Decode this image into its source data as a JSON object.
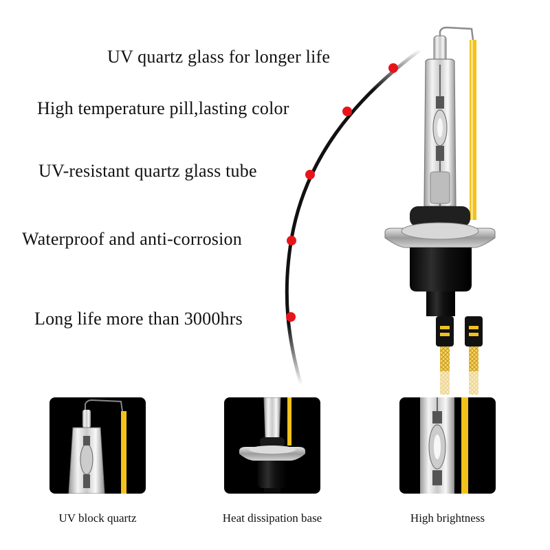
{
  "features": [
    {
      "text": "UV quartz glass for longer life"
    },
    {
      "text": "High temperature pill,lasting color"
    },
    {
      "text": "UV-resistant quartz glass tube"
    },
    {
      "text": "Waterproof and anti-corrosion"
    },
    {
      "text": "Long life more than 3000hrs"
    }
  ],
  "thumbnails": [
    {
      "caption": "UV block quartz"
    },
    {
      "caption": "Heat dissipation base"
    },
    {
      "caption": "High brightness"
    }
  ],
  "colors": {
    "accent_dot": "#e8141b",
    "wire_yellow": "#f2c21b",
    "curve": "#111111",
    "thumb_bg": "#000000"
  }
}
